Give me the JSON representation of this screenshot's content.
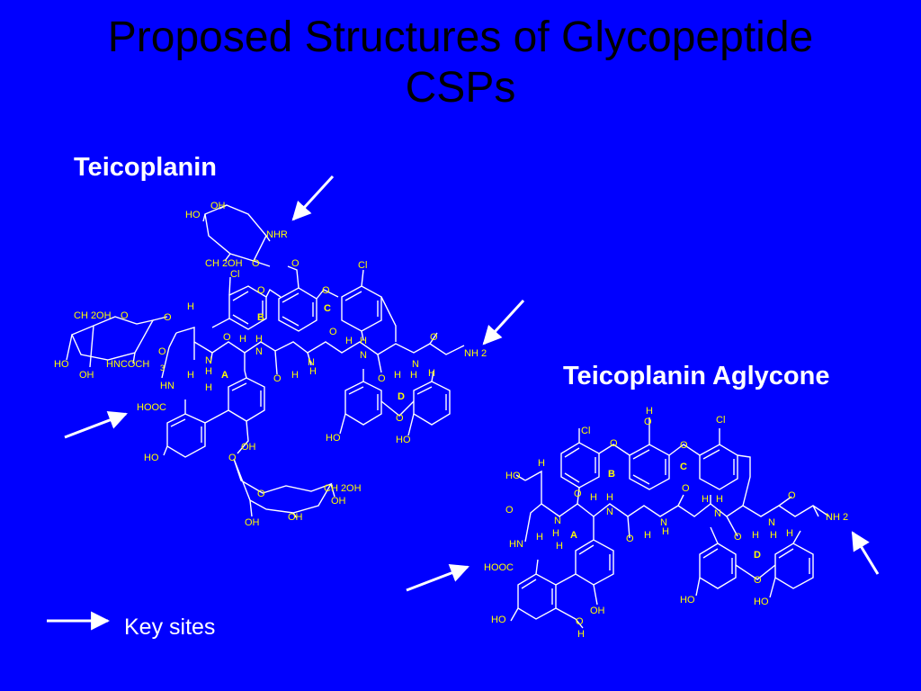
{
  "slide": {
    "title_line1": "Proposed Structures of Glycopeptide",
    "title_line2": "CSPs",
    "label_teicoplanin": "Teicoplanin",
    "label_aglycone": "Teicoplanin Aglycone",
    "legend_label": "Key sites"
  },
  "colors": {
    "background": "#0000FF",
    "title": "#000000",
    "structure": "#FFFFFF",
    "atom_labels": "#FFFF00",
    "arrow": "#FFFFFF"
  },
  "atoms": {
    "oh": "OH",
    "ho": "HO",
    "nhr": "NHR",
    "o": "O",
    "ch2oh": "CH 2OH",
    "cl": "Cl",
    "h": "H",
    "nh2": "NH 2",
    "n": "N",
    "hn": "HN",
    "hooc": "HOOC",
    "hncoch3": "HNCOCH",
    "sub3": "3",
    "ring_a": "A",
    "ring_b": "B",
    "ring_c": "C",
    "ring_d": "D"
  },
  "icons": {
    "arrow": "arrow-icon"
  }
}
